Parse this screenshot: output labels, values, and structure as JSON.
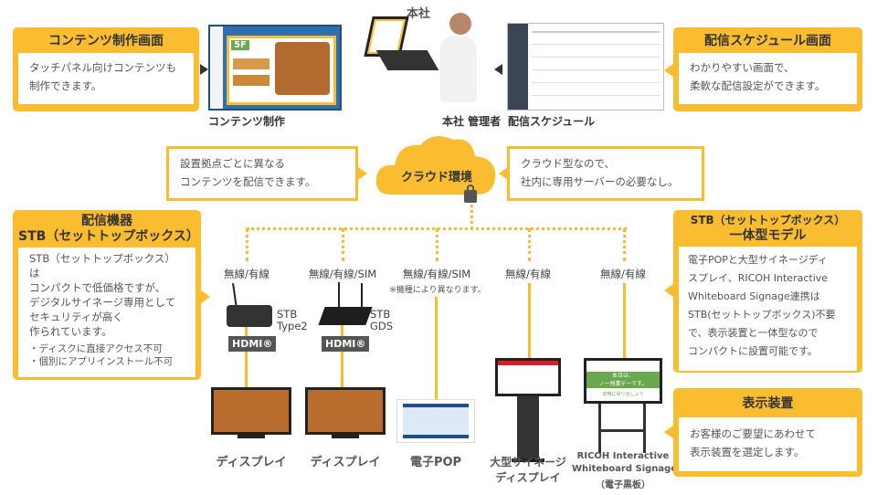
{
  "top_left": {
    "title": "コンテンツ制作画面",
    "lines": [
      "タッチパネル向けコンテンツも",
      "制作できます。"
    ]
  },
  "top_right": {
    "title": "配信スケジュール画面",
    "lines": [
      "わかりやすい画面で、",
      "柔軟な配信設定ができます。"
    ]
  },
  "content_screen_label": "コンテンツ制作",
  "content_screen_floor": "5F",
  "hq_label": "本社",
  "admin_label": "本社 管理者",
  "schedule_label": "配信スケジュール",
  "cloud": {
    "label": "クラウド環境",
    "icon": "lock-icon"
  },
  "callout_left": {
    "lines": [
      "設置拠点ごとに異なる",
      "コンテンツを配信できます。"
    ]
  },
  "callout_right": {
    "lines": [
      "クラウド型なので、",
      "社内に専用サーバーの必要なし。"
    ]
  },
  "stb_box": {
    "title1": "配信機器",
    "title2": "STB（セットトップボックス）",
    "lines": [
      "STB（セットトップボックス）は",
      "コンパクトで低価格ですが、",
      "デジタルサイネージ専用として",
      "セキュリティが高く",
      "作られています。"
    ],
    "bullets": [
      "・ディスクに直接アクセス不可",
      "・個別にアプリインストール不可"
    ]
  },
  "integrated_box": {
    "title1": "STB（セットトップボックス）",
    "title2": "一体型モデル",
    "lines": [
      "電子POPと大型サイネージディ",
      "スプレイ、RICOH Interactive",
      "Whiteboard Signage連携は",
      "STB(セットトップボックス)不要",
      "で、表示装置と一体型なので",
      "コンパクトに設置可能です。"
    ]
  },
  "display_box": {
    "title": "表示装置",
    "lines": [
      "お客様のご要望にあわせて",
      "表示装置を選定します。"
    ]
  },
  "connections": [
    "無線/有線",
    "無線/有線/SIM",
    "無線/有線/SIM",
    "無線/有線",
    "無線/有線"
  ],
  "connection_note": "※機種により異なります。",
  "stb_devices": [
    {
      "line1": "STB",
      "line2": "Type2"
    },
    {
      "line1": "STB",
      "line2": "GDS"
    }
  ],
  "hdmi_label": "HDMI®",
  "devices": [
    {
      "label": "ディスプレイ"
    },
    {
      "label": "ディスプレイ"
    },
    {
      "label": "電子POP"
    },
    {
      "label1": "大型サイネージ",
      "label2": "ディスプレイ"
    },
    {
      "label1": "RICOH Interactive",
      "label2": "Whiteboard Signage",
      "label3": "（電子黒板）"
    }
  ],
  "whiteboard_screen": {
    "line1": "本日は、",
    "line2": "ノー残業デーです。",
    "line3": "定時に帰りましょう"
  },
  "colors": {
    "accent": "#fbbd30",
    "text": "#555555",
    "dark": "#333333"
  }
}
